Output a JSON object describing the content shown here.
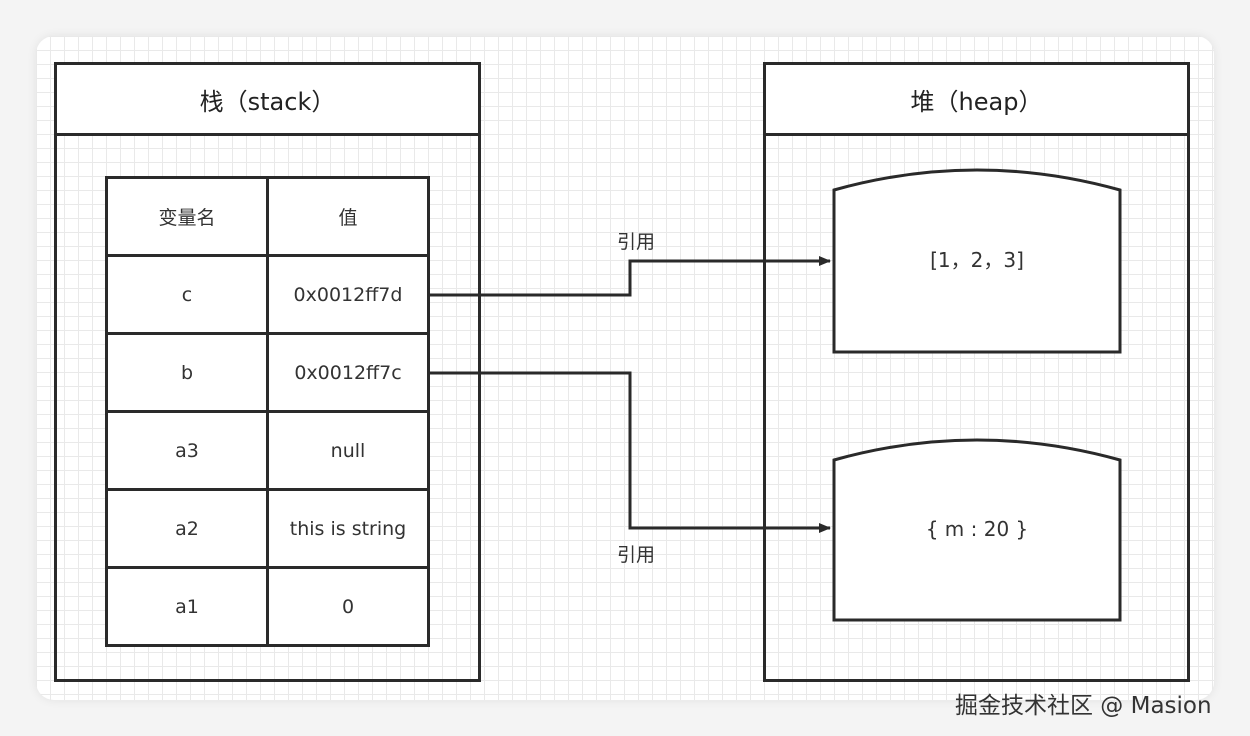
{
  "stack": {
    "title": "栈（stack）",
    "header": {
      "name": "变量名",
      "value": "值"
    },
    "rows": [
      {
        "name": "c",
        "value": "0x0012ff7d"
      },
      {
        "name": "b",
        "value": "0x0012ff7c"
      },
      {
        "name": "a3",
        "value": "null"
      },
      {
        "name": "a2",
        "value": "this is string"
      },
      {
        "name": "a1",
        "value": "0"
      }
    ]
  },
  "heap": {
    "title": "堆（heap）",
    "objects": [
      "[1，2，3]",
      "{ m : 20 }"
    ]
  },
  "arrows": {
    "c_label": "引用",
    "b_label": "引用"
  },
  "watermark": "掘金技术社区 @ Masion"
}
